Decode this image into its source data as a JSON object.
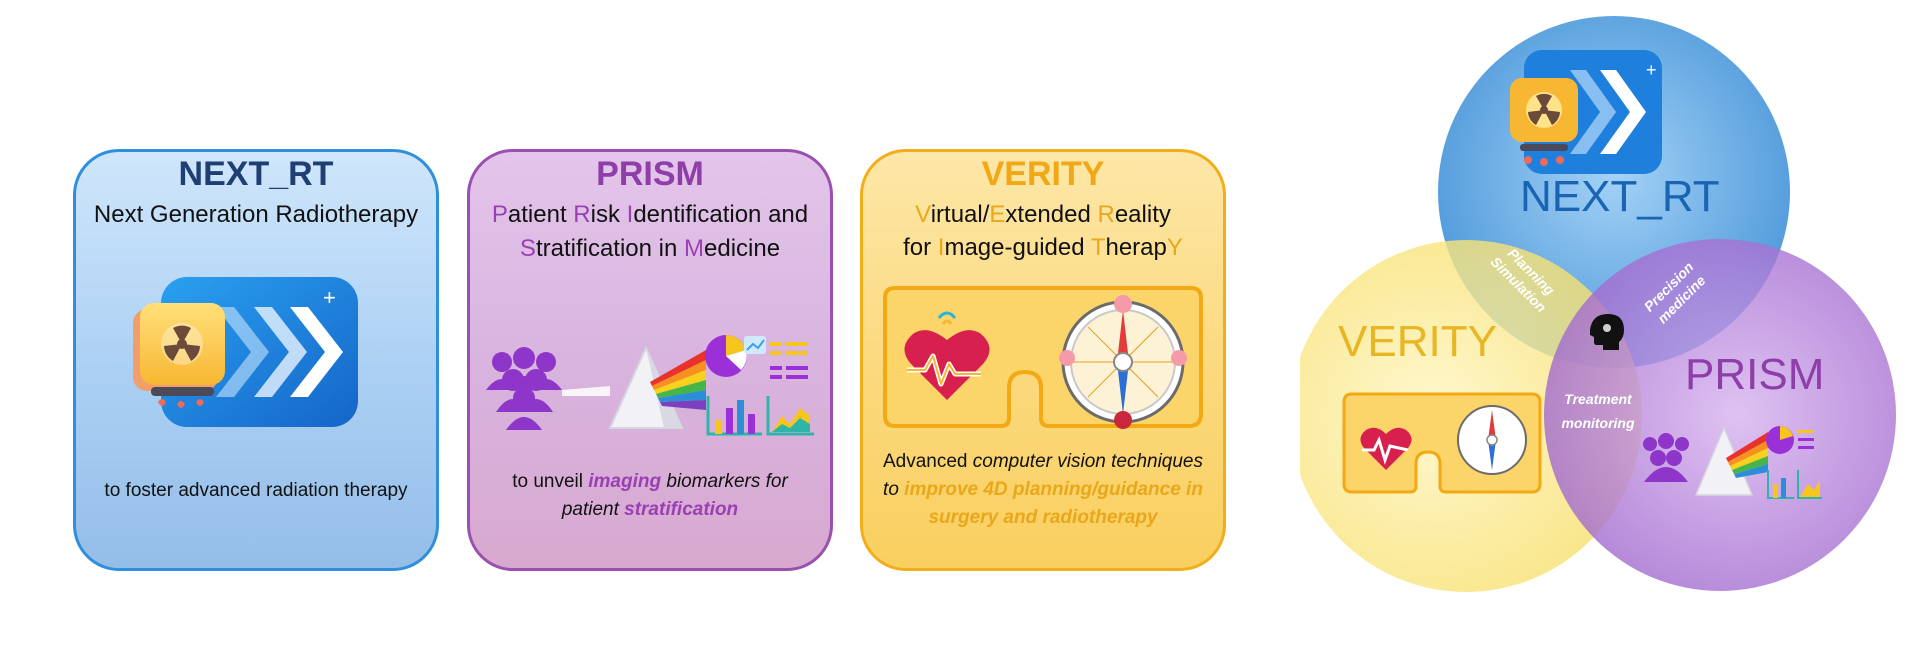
{
  "cards": {
    "next_rt": {
      "title": "NEXT_RT",
      "subtitle": "Next Generation Radiotherapy",
      "desc": "to foster advanced radiation therapy"
    },
    "prism": {
      "title": "PRISM",
      "line1": {
        "L1": "P",
        "t1": "atient ",
        "L2": "R",
        "t2": "isk ",
        "L3": "I",
        "t3": "dentification and"
      },
      "line2": {
        "L1": "S",
        "t1": "tratification in ",
        "L2": "M",
        "t2": "edicine"
      },
      "desc": {
        "a": "to unveil ",
        "b": "imaging",
        "c": " biomarkers for",
        "d": "patient ",
        "e": "stratification"
      }
    },
    "verity": {
      "title": "VERITY",
      "line1": {
        "L1": "V",
        "t1": "irtual/",
        "L2": "E",
        "t2": "xtended ",
        "L3": "R",
        "t3": "eality"
      },
      "line2": {
        "t0": "for ",
        "L1": "I",
        "t1": "mage-guided ",
        "L2": "T",
        "t2": "herap",
        "L3": "Y"
      },
      "desc": {
        "a": "Advanced ",
        "b": "computer vision techniques",
        "c": "to ",
        "d": "improve 4D planning/guidance in",
        "e": "surgery and radiotherapy"
      }
    }
  },
  "venn": {
    "next_rt": "NEXT_RT",
    "verity": "VERITY",
    "prism": "PRISM",
    "overlap_planning": [
      "Planning",
      "Simulation"
    ],
    "overlap_precision": [
      "Precision",
      "medicine"
    ],
    "overlap_treatment": [
      "Treatment",
      "monitoring"
    ]
  },
  "colors": {
    "next_rt": "#2f8fdc",
    "prism": "#9b4fb0",
    "verity": "#f2ae1a"
  }
}
